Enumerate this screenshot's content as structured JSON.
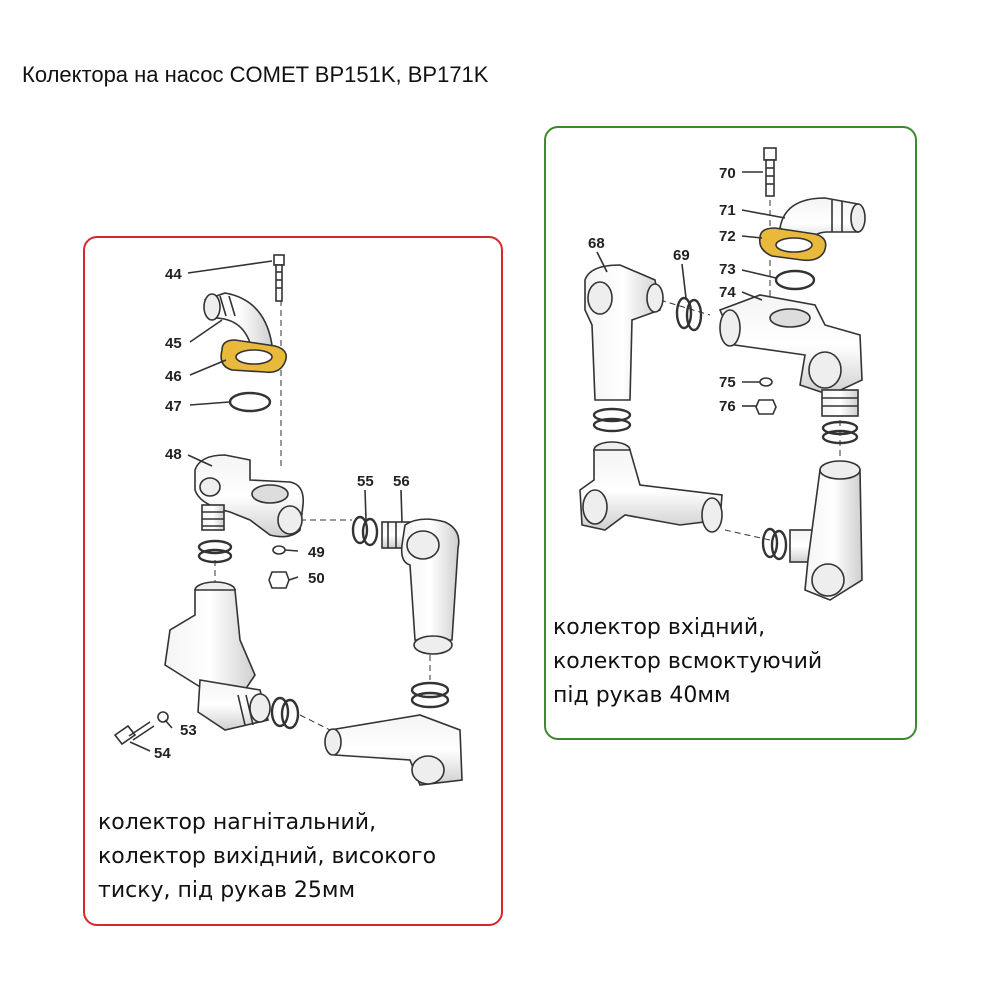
{
  "title": "Колектора на насос COMET BP151K, BP171K",
  "colors": {
    "red_panel": "#d8262b",
    "green_panel": "#3c8a2e",
    "gasket": "#e8b93a"
  },
  "delivery_manifold": {
    "caption": [
      "колектор нагнітальний,",
      "колектор вихідний, високого",
      "тиску, під рукав 25мм"
    ],
    "parts": [
      "44",
      "45",
      "46",
      "47",
      "48",
      "49",
      "50",
      "53",
      "54",
      "55",
      "56"
    ]
  },
  "suction_manifold": {
    "caption": [
      "колектор вхідний,",
      "колектор всмоктуючий",
      "під рукав 40мм"
    ],
    "parts": [
      "68",
      "69",
      "70",
      "71",
      "72",
      "73",
      "74",
      "75",
      "76"
    ]
  }
}
